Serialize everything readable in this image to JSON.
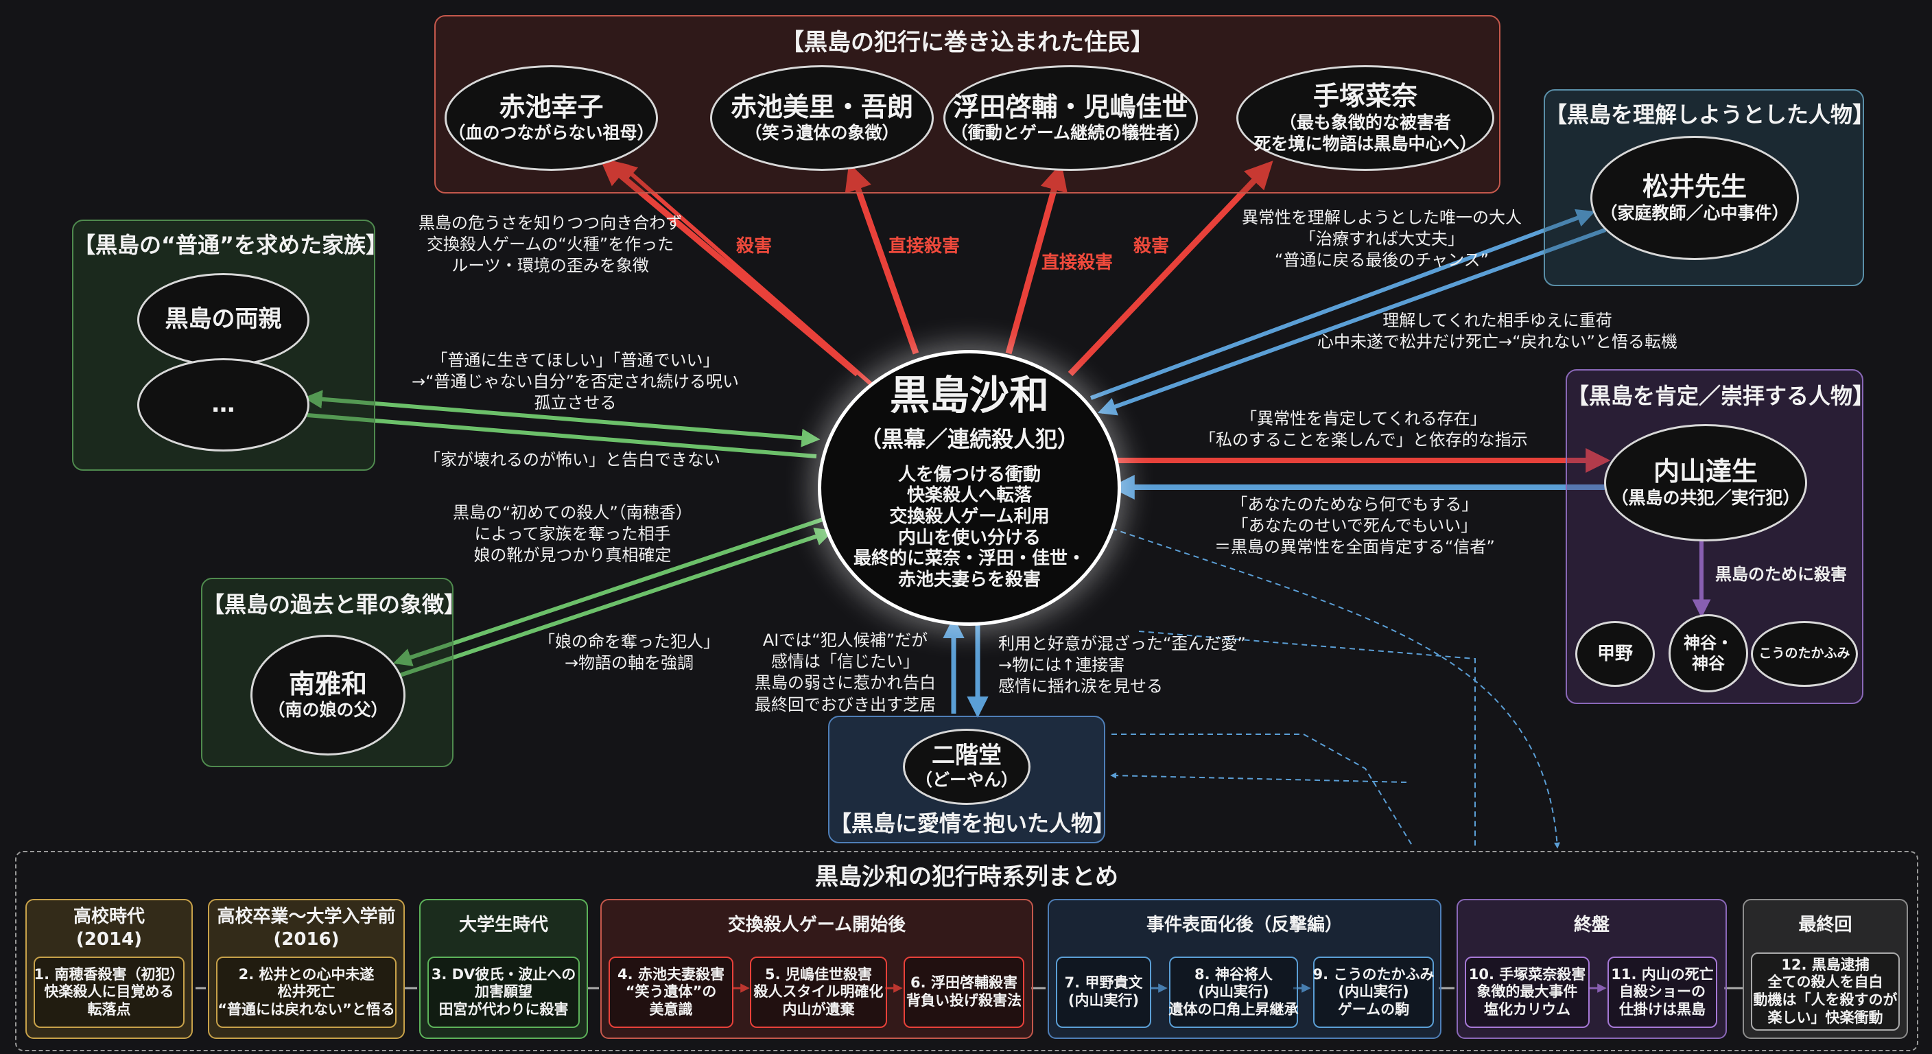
{
  "center": {
    "name": "黒島沙和",
    "role": "（黒幕／連続殺人犯）",
    "desc": [
      "人を傷つける衝動",
      "快楽殺人へ転落",
      "交換殺人ゲーム利用",
      "内山を使い分ける",
      "最終的に菜奈・浮田・佳世・",
      "赤池夫妻らを殺害"
    ]
  },
  "victims": {
    "title": "【黒島の犯行に巻き込まれた住民】",
    "nodes": [
      {
        "name": "赤池幸子",
        "sub": [
          "（血のつながらない祖母）"
        ]
      },
      {
        "name": "赤池美里・吾朗",
        "sub": [
          "（笑う遺体の象徴）"
        ]
      },
      {
        "name": "浮田啓輔・児嶋佳世",
        "sub": [
          "（衝動とゲーム継続の犠牲者）"
        ]
      },
      {
        "name": "手塚菜奈",
        "sub": [
          "（最も象徴的な被害者",
          "死を境に物語は黒島中心へ）"
        ]
      }
    ],
    "edge_labels": [
      "殺害",
      "直接殺害",
      "直接殺害",
      "殺害"
    ],
    "note": [
      "黒島の危うさを知りつつ向き合わず",
      "交換殺人ゲームの“火種”を作った",
      "ルーツ・環境の歪みを象徴"
    ]
  },
  "family": {
    "title": "【黒島の“普通”を求めた家族】",
    "nodes": [
      {
        "name": "黒島の両親"
      },
      {
        "name": "…"
      }
    ],
    "note_out": [
      "「普通に生きてほしい」「普通でいい」",
      "→“普通じゃない自分”を否定され続ける呪い",
      "孤立させる"
    ],
    "note_in": [
      "「家が壊れるのが怖い」と告白できない"
    ]
  },
  "past": {
    "title": "【黒島の過去と罪の象徴】",
    "node": {
      "name": "南雅和",
      "sub": "（南の娘の父）"
    },
    "note_in": [
      "黒島の“初めての殺人”（南穂香）",
      "によって家族を奪った相手",
      "娘の靴が見つかり真相確定"
    ],
    "note_out": [
      "「娘の命を奪った犯人」",
      "→物語の軸を強調"
    ]
  },
  "understand": {
    "title": "【黒島を理解しようとした人物】",
    "node": {
      "name": "松井先生",
      "sub": "（家庭教師／心中事件）"
    },
    "note_in": [
      "異常性を理解しようとした唯一の大人",
      "「治療すれば大丈夫」",
      "“普通に戻る最後のチャンス”"
    ],
    "note_out": [
      "理解してくれた相手ゆえに重荷",
      "心中未遂で松井だけ死亡→“戻れない”と悟る転機"
    ]
  },
  "worship": {
    "title": "【黒島を肯定／崇拝する人物】",
    "node": {
      "name": "内山達生",
      "sub": "（黒島の共犯／実行犯）"
    },
    "note_out": [
      "「異常性を肯定してくれる存在」",
      "「私のすることを楽しんで」と依存的な指示"
    ],
    "note_in": [
      "「あなたのためなら何でもする」",
      "「あなたのせいで死んでもいい」",
      "＝黒島の異常性を全面肯定する“信者”"
    ],
    "kill_label": "黒島のために殺害",
    "victims": [
      "甲野",
      "神谷・\n神谷",
      "こうのたかふみ"
    ]
  },
  "love": {
    "title": "【黒島に愛情を抱いた人物】",
    "node": {
      "name": "二階堂",
      "sub": "（どーやん）"
    },
    "note_up": [
      "AIでは“犯人候補”だが",
      "感情は「信じたい」",
      "黒島の弱さに惹かれ告白",
      "最終回でおびき出す芝居"
    ],
    "note_down": [
      "利用と好意が混ざった“歪んだ愛”",
      "→物には↑連接害",
      "感情に揺れ涙を見せる"
    ]
  },
  "timeline": {
    "title": "黒島沙和の犯行時系列まとめ",
    "eras": [
      {
        "label": [
          "高校時代",
          "(2014)"
        ],
        "items": [
          [
            "1. 南穂香殺害（初犯）",
            "快楽殺人に目覚める",
            "転落点"
          ]
        ]
      },
      {
        "label": [
          "高校卒業～大学入学前",
          "(2016)"
        ],
        "items": [
          [
            "2. 松井との心中未遂",
            "松井死亡",
            "“普通には戻れない”と悟る"
          ]
        ]
      },
      {
        "label": [
          "大学生時代"
        ],
        "items": [
          [
            "3. DV彼氏・波止への",
            "加害願望",
            "田宮が代わりに殺害"
          ]
        ]
      },
      {
        "label": [
          "交換殺人ゲーム開始後"
        ],
        "items": [
          [
            "4. 赤池夫妻殺害",
            "“笑う遺体”の",
            "美意識"
          ],
          [
            "5. 児嶋佳世殺害",
            "殺人スタイル明確化",
            "内山が遺棄"
          ],
          [
            "6. 浮田啓輔殺害",
            "背負い投げ殺害法"
          ]
        ]
      },
      {
        "label": [
          "事件表面化後（反撃編）"
        ],
        "items": [
          [
            "7. 甲野貴文",
            "(内山実行)"
          ],
          [
            "8. 神谷将人",
            "(内山実行)",
            "遺体の口角上昇継承"
          ],
          [
            "9. こうのたかふみ",
            "(内山実行)",
            "ゲームの駒"
          ]
        ]
      },
      {
        "label": [
          "終盤"
        ],
        "items": [
          [
            "10. 手塚菜奈殺害",
            "象徴的最大事件",
            "塩化カリウム"
          ],
          [
            "11. 内山の死亡",
            "自殺ショーの",
            "仕掛けは黒島"
          ]
        ]
      },
      {
        "label": [
          "最終回"
        ],
        "items": [
          [
            "12. 黒島逮捕",
            "全ての殺人を自白",
            "動機は「人を殺すのが",
            "楽しい」快楽衝動"
          ]
        ]
      }
    ]
  },
  "colors": {
    "red": "#e8413a",
    "green": "#5db35a",
    "blue": "#5b9fd6",
    "purple": "#a678d6",
    "gray": "#8e8e8e",
    "gold": "#c8a24a"
  }
}
